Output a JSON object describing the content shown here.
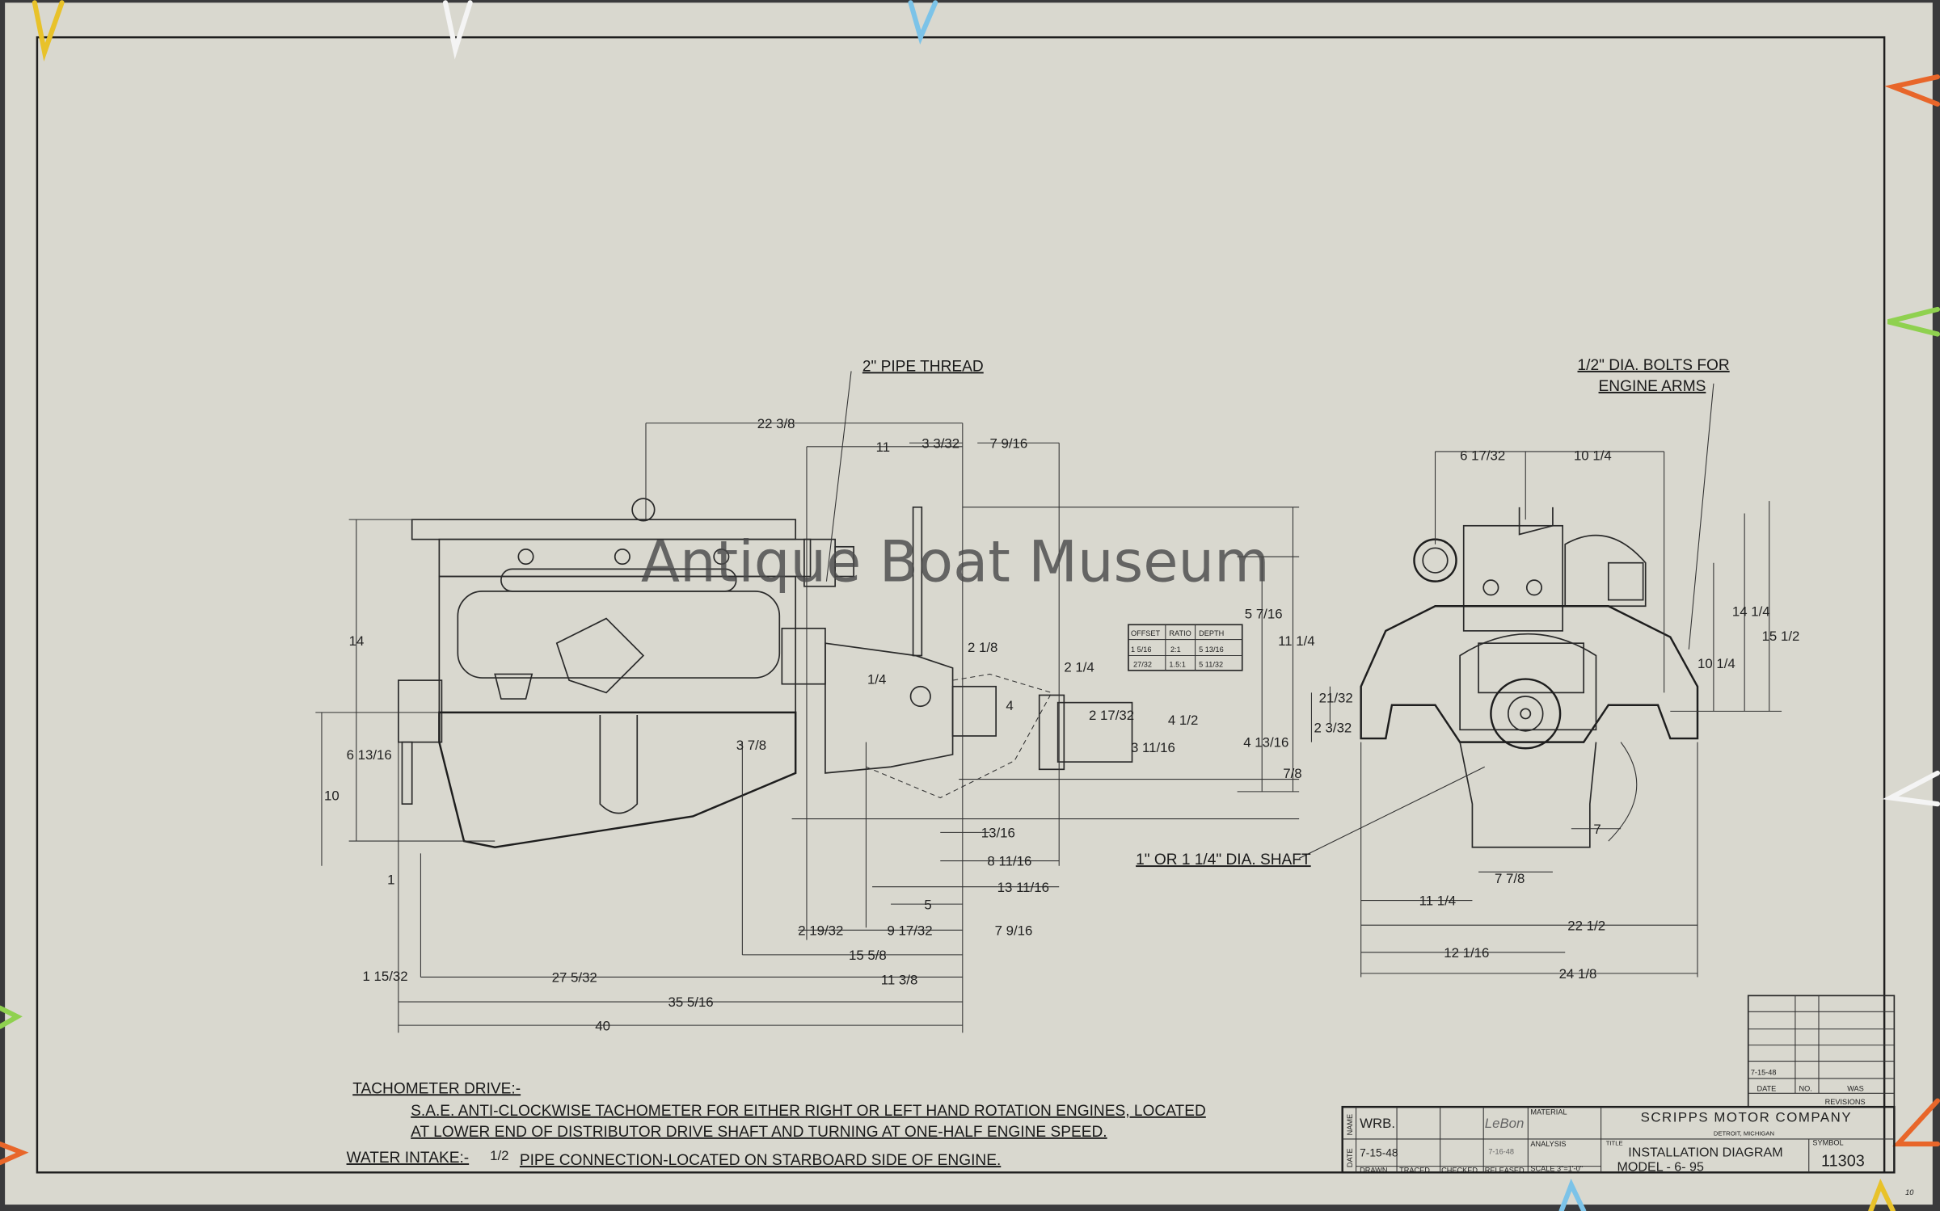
{
  "watermark": "Antique Boat Museum",
  "callouts": {
    "pipe_thread": "2\" PIPE THREAD",
    "bolts_line1": "1/2\" DIA. BOLTS FOR",
    "bolts_line2": "ENGINE ARMS",
    "shaft": "1\" OR 1 1/4\" DIA. SHAFT"
  },
  "side_view_dims": [
    "22 3/8",
    "11",
    "3 3/32",
    "7 9/16",
    "14",
    "6 13/16",
    "10",
    "1",
    "1 15/32",
    "27 5/32",
    "35 5/16",
    "40",
    "2 19/32",
    "15 5/8",
    "9 17/32",
    "11 3/8",
    "7 9/16",
    "5",
    "13 11/16",
    "8 11/16",
    "13/16",
    "2 1/8",
    "1/4",
    "3 7/8",
    "4",
    "2 1/4",
    "2 17/32",
    "3 11/16",
    "4 1/2",
    "5 7/16",
    "11 1/4",
    "4 13/16",
    "7/8"
  ],
  "end_view_dims": [
    "6 17/32",
    "10 1/4",
    "2 3/32",
    "21/32",
    "14 1/4",
    "10 1/4",
    "15 1/2",
    "7",
    "7 7/8",
    "11 1/4",
    "22 1/2",
    "12 1/16",
    "24 1/8"
  ],
  "offset_table": {
    "headers": [
      "OFFSET",
      "RATIO",
      "DEPTH"
    ],
    "rows": [
      [
        "1 5/16",
        "2:1",
        "5 13/16"
      ],
      [
        "27/32",
        "1.5:1",
        "5 11/32"
      ]
    ]
  },
  "notes": {
    "tach_heading": "TACHOMETER DRIVE:-",
    "tach_line1": "S.A.E. ANTI-CLOCKWISE TACHOMETER FOR EITHER RIGHT OR LEFT HAND ROTATION ENGINES, LOCATED",
    "tach_line2": "AT LOWER END OF DISTRIBUTOR DRIVE SHAFT AND TURNING AT ONE-HALF ENGINE SPEED.",
    "water_heading": "WATER INTAKE:-",
    "water_fraction": "1/2",
    "water_text": "PIPE CONNECTION-LOCATED ON STARBOARD SIDE OF ENGINE."
  },
  "revisions": {
    "date_entry": "7-15-48",
    "col_date": "DATE",
    "col_no": "NO.",
    "col_was": "WAS",
    "label": "REVISIONS"
  },
  "title_block": {
    "name_label": "NAME",
    "date_label": "DATE",
    "drawn_name": "WRB.",
    "drawn_date": "7-15-48",
    "released_sig": "LeBon",
    "released_date": "7-16-48",
    "col_drawn": "DRAWN",
    "col_traced": "TRACED",
    "col_checked": "CHECKED",
    "col_released": "RELEASED",
    "material_label": "MATERIAL",
    "analysis_label": "ANALYSIS",
    "scale": "SCALE 3\"=1'-0\"",
    "company": "SCRIPPS MOTOR COMPANY",
    "city": "DETROIT, MICHIGAN",
    "title_label": "TITLE",
    "title_line1": "INSTALLATION DIAGRAM",
    "title_line2": "MODEL - 6- 95",
    "symbol_label": "SYMBOL",
    "symbol": "11303"
  },
  "sheet_mark": "10",
  "colors": {
    "paper": "#d9d8cf",
    "ink": "#1e1e1e",
    "background": "#3a3a3c",
    "clip_orange": "#e8662a",
    "clip_green": "#8fd14f",
    "clip_blue": "#7cc3e8",
    "clip_yellow": "#e8c22a"
  }
}
